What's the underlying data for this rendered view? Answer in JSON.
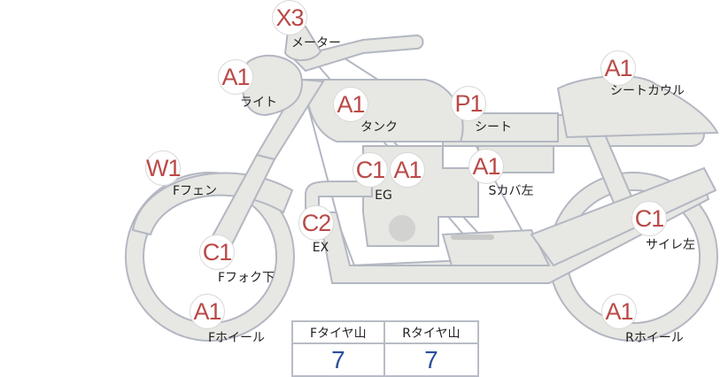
{
  "parts": [
    {
      "code": "X3",
      "label": "メーター"
    },
    {
      "code": "A1",
      "label": "ライト"
    },
    {
      "code": "A1",
      "label": "タンク"
    },
    {
      "code": "P1",
      "label": "シート"
    },
    {
      "code": "A1",
      "label": "シートカウル"
    },
    {
      "code": "W1",
      "label": "Fフェン"
    },
    {
      "code": "C1",
      "code2": "A1",
      "label": "EG"
    },
    {
      "code": "A1",
      "label": "Sカバ左"
    },
    {
      "code": "C2",
      "label": "EX"
    },
    {
      "code": "C1",
      "label": "Fフォク下"
    },
    {
      "code": "C1",
      "label": "サイレ左"
    },
    {
      "code": "A1",
      "label": "Fホイール"
    },
    {
      "code": "A1",
      "label": "Rホイール"
    }
  ],
  "tires": {
    "front_label": "Fタイヤ山",
    "rear_label": "Rタイヤ山",
    "front_value": "7",
    "rear_value": "7"
  },
  "colors": {
    "code": "#b94a48",
    "value": "#2a4d9c",
    "part_fill": "#e7e7e3",
    "part_stroke": "#b3b7c2"
  }
}
